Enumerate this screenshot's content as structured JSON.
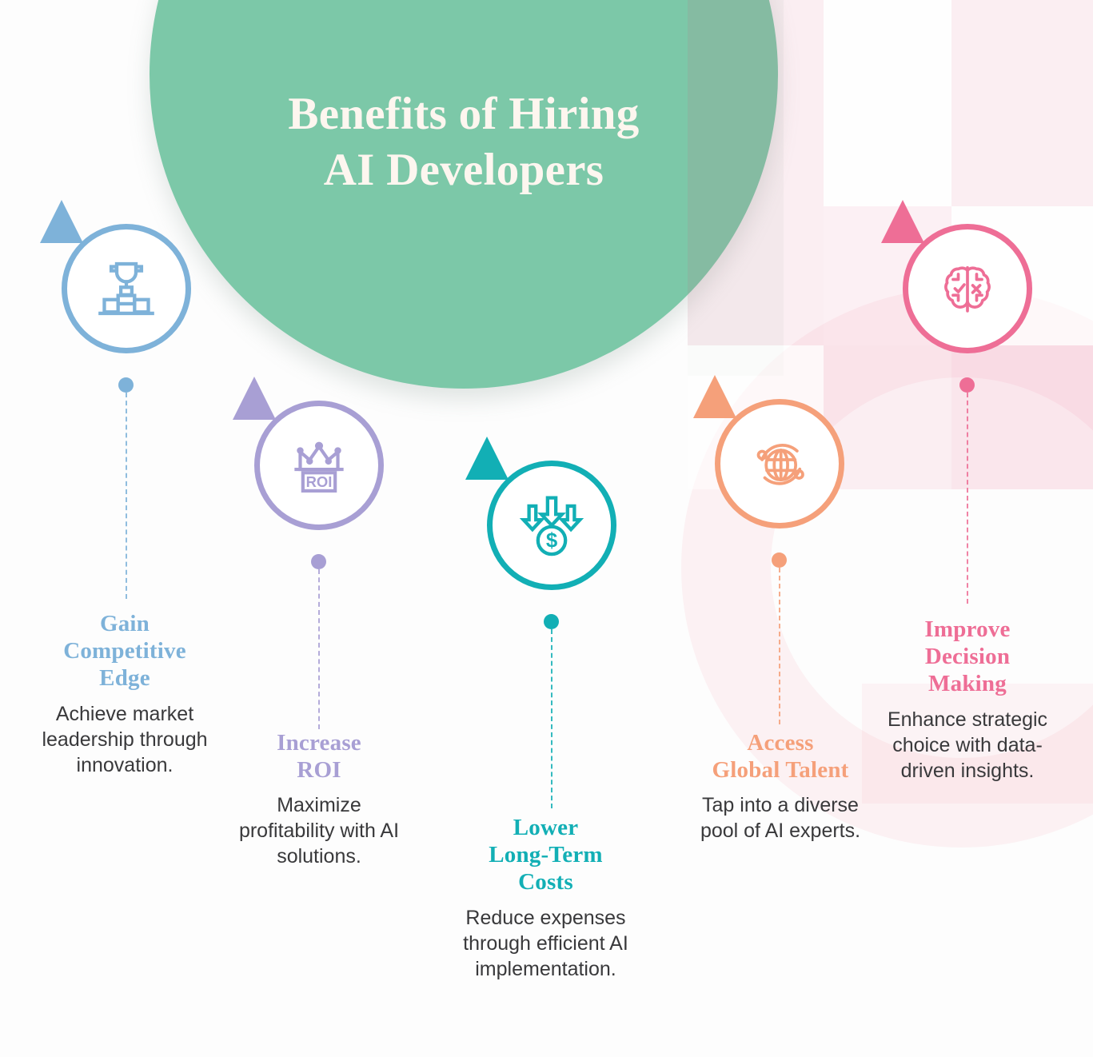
{
  "title": {
    "line1": "Benefits of Hiring",
    "line2": "AI Developers"
  },
  "colors": {
    "green_circle": "#7CC8A8",
    "title_text": "#FDF6EF",
    "body_text": "#39393B",
    "blue": "#7EB2D9",
    "purple": "#A89FD4",
    "teal": "#12AFB5",
    "orange": "#F5A07A",
    "pink": "#EE6E96",
    "rose_tint": "#FCE7EC"
  },
  "benefits": [
    {
      "id": "gain-competitive-edge",
      "heading": "Gain\nCompetitive\nEdge",
      "heading_lines": [
        "Gain",
        "Competitive",
        "Edge"
      ],
      "body": "Achieve market leadership through innovation.",
      "icon": "trophy-podium-icon",
      "color": "#7EB2D9"
    },
    {
      "id": "increase-roi",
      "heading": "Increase\nROI",
      "heading_lines": [
        "Increase",
        "ROI"
      ],
      "body": "Maximize profitability with AI solutions.",
      "icon": "roi-chart-icon",
      "icon_label": "ROI",
      "color": "#A89FD4"
    },
    {
      "id": "lower-long-term-costs",
      "heading": "Lower\nLong-Term\nCosts",
      "heading_lines": [
        "Lower",
        "Long-Term",
        "Costs"
      ],
      "body": "Reduce expenses through efficient AI implementation.",
      "icon": "cost-reduction-arrows-dollar-icon",
      "color": "#12AFB5"
    },
    {
      "id": "access-global-talent",
      "heading": "Access\nGlobal Talent",
      "heading_lines": [
        "Access",
        "Global Talent"
      ],
      "body": "Tap into a diverse pool of AI experts.",
      "icon": "globe-network-icon",
      "color": "#F5A07A"
    },
    {
      "id": "improve-decision-making",
      "heading": "Improve\nDecision\nMaking",
      "heading_lines": [
        "Improve",
        "Decision",
        "Making"
      ],
      "body": "Enhance strategic choice with data-driven insights.",
      "icon": "brain-check-cross-icon",
      "color": "#EE6E96"
    }
  ]
}
